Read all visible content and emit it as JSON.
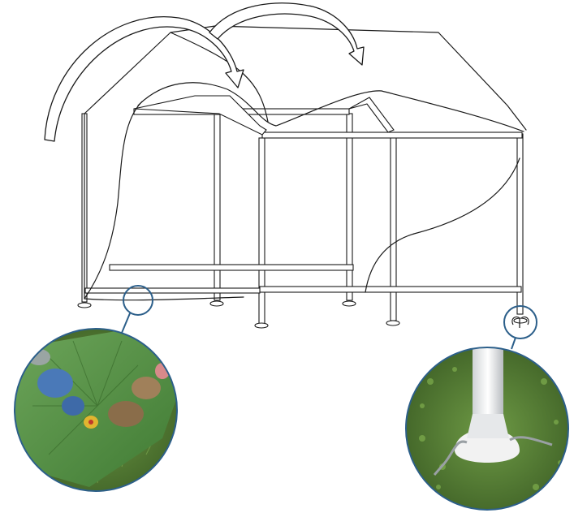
{
  "colors": {
    "outline": "#1a1a1a",
    "callout_ring": "#2c5f8a",
    "tarp_green": "#4f8a3e",
    "grass_green": "#5e8b3a",
    "stone_blue": "#4a79b8",
    "stone_brown": "#8a6d4a",
    "foot_white": "#f2f2f2"
  },
  "illustration": {
    "subject": "carport-frame-with-cover",
    "arrows": [
      "cover-pull-arrow-left",
      "cover-pull-arrow-right"
    ],
    "callouts": [
      "stones-weighting-tarp-detail",
      "ground-stake-foot-detail"
    ]
  }
}
